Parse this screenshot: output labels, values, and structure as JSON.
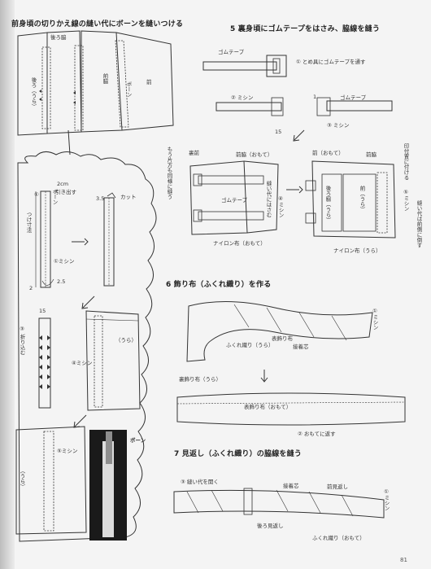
{
  "headings": {
    "s4": "前身頃の切りかえ線の縫い代にボーンを縫いつける",
    "s5": "5 裏身頃にゴムテープをはさみ、脇線を縫う",
    "s6": "6 飾り布（ふくれ織り）を作る",
    "s7": "7 見返し（ふくれ織り）の脇線を縫う"
  },
  "labels": {
    "ushirowaki": "後ろ脇",
    "ushiro": "後ろ（うら）",
    "mae_waki": "前脇",
    "bone": "ボーン",
    "mae": "前",
    "step1": "①",
    "two_cm": "2cm",
    "hikidashi": "引き出す",
    "three_five": "3.5",
    "cut": "カット",
    "finished_size": "つけ寸法",
    "sew1": "①ミシン",
    "n2": "2",
    "n25": "2.5",
    "n15": "15",
    "fold": "③ 折り込む",
    "sew4": "④ミシン",
    "ura": "（うら）",
    "sew5": "⑤ミシン",
    "bone_photo": "ボーン",
    "gomu": "ゴムテープ",
    "tomegane": "① とめ具にゴムテープを通す",
    "sew2_5": "② ミシン",
    "n15b": "15",
    "n1": "1",
    "gomu2": "ゴムテープ",
    "sew3": "③ ミシン",
    "uramae": "裏前",
    "maewaki_omote": "前脇（おもて）",
    "mae_omote": "前（おもて）",
    "maewaki2": "前脇",
    "mouhoumo": "もう片方も同様に縫う",
    "nui_hasamu": "縫い代にはさむ",
    "sew_v": "④ミシン",
    "gomu3": "ゴムテープ",
    "nylon_omote": "ナイロン布（おもて）",
    "nylon_ura": "ナイロン布（うら）",
    "ushiro_waki_ura": "後ろ脇（うら）",
    "mae_ura": "前（うら）",
    "shirushi": "印付置に付ける",
    "nuishiro_mae": "縫い代は前側に倒す",
    "sew5b": "⑤ミシン",
    "fukure_ura": "ふくれ織り（うら）",
    "omote_kazari": "表飾り布",
    "secchakushin": "接着芯",
    "sew_1c": "①ミシン",
    "ura_kazari": "裏飾り布（うら）",
    "omote_kazari2": "表飾り布（おもて）",
    "return_omote": "② おもてに返す",
    "nuishiro_hiraku": "③ 縫い代を開く",
    "secchaku2": "接着芯",
    "mae_mikaeshi": "前見返し",
    "ushiro_mikaeshi": "後ろ見返し",
    "fukure_omote": "ふくれ織り（おもて）",
    "sew_1d": "①ミシン"
  },
  "page_number": "81"
}
